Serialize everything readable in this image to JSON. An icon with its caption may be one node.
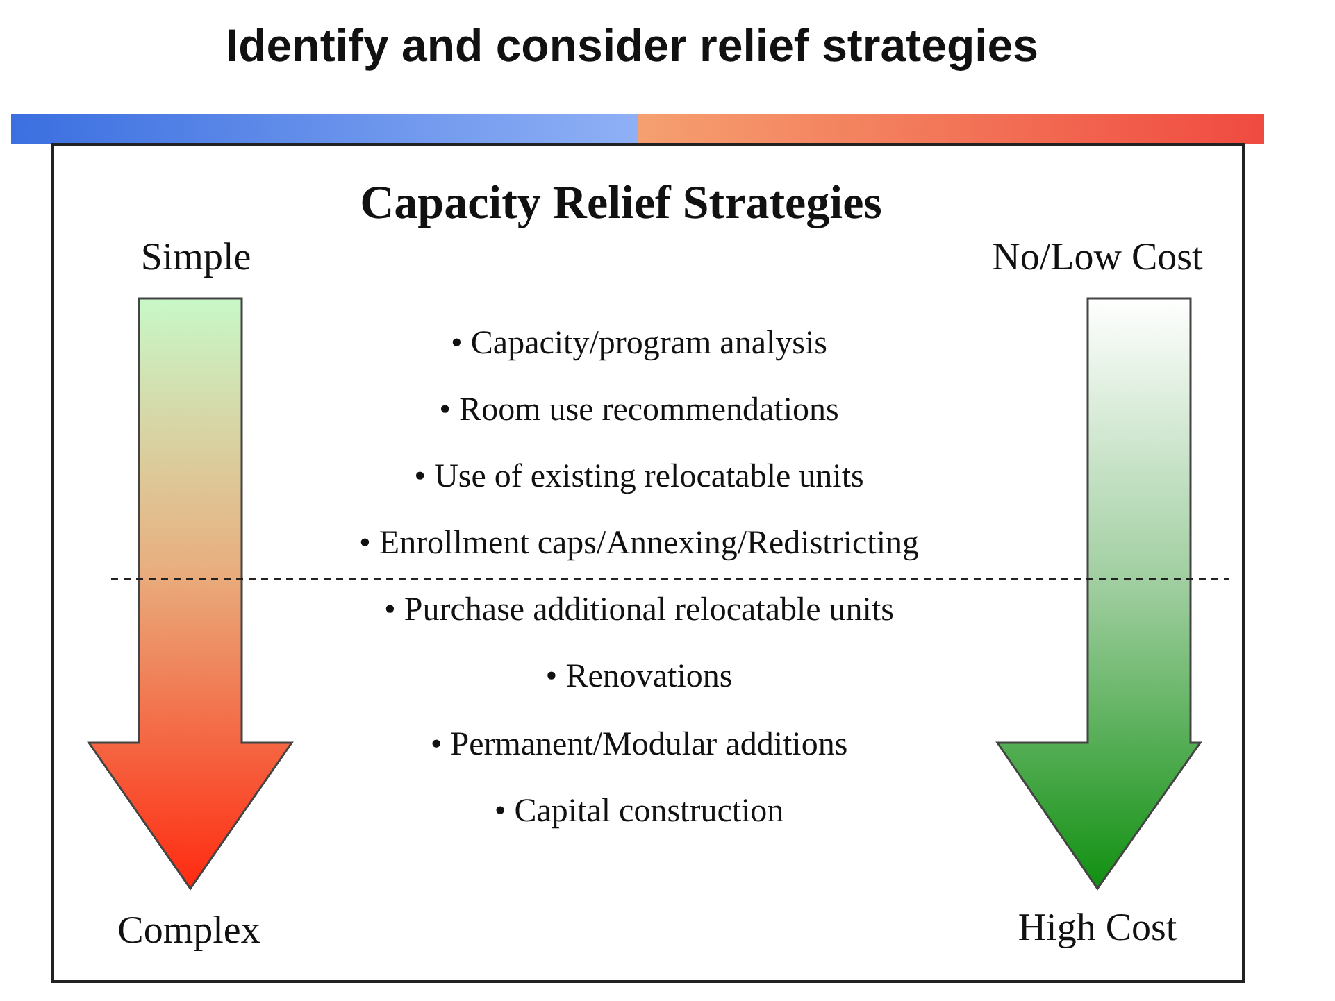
{
  "diagram": {
    "title": "Identify and consider relief strategies",
    "labels": [
      "Capacity Relief Strategies",
      "Simple",
      "No/Low Cost",
      "• Capacity/program analysis",
      "• Room use recommendations",
      "• Use of existing relocatable units",
      "• Enrollment caps/Annexing/Redistricting",
      "• Purchase additional relocatable units",
      "• Renovations",
      "• Permanent/Modular additions",
      "• Capital construction",
      "Complex",
      "High Cost"
    ]
  }
}
